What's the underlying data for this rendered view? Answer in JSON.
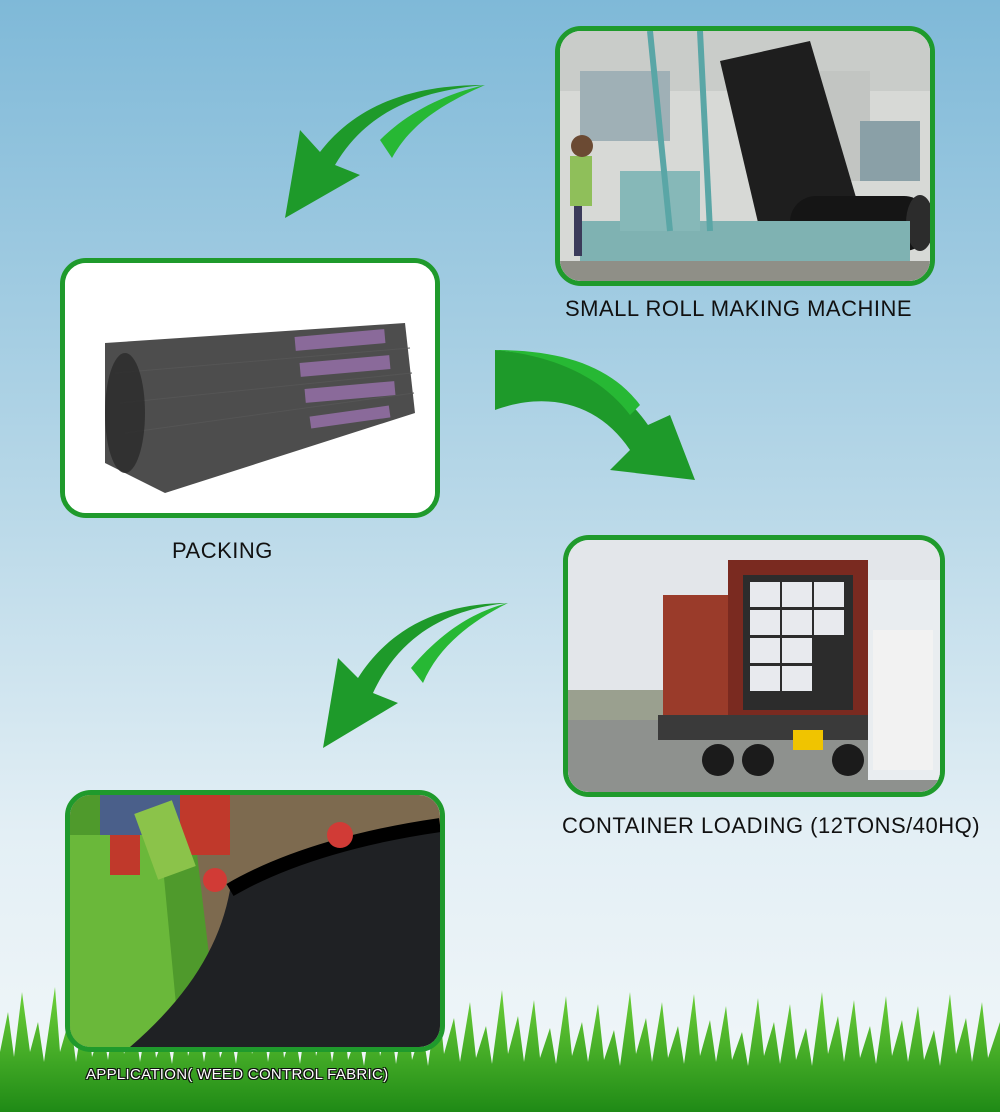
{
  "steps": [
    {
      "caption": "SMALL ROLL MAKING MACHINE"
    },
    {
      "caption": "PACKING"
    },
    {
      "caption": "CONTAINER LOADING (12TONS/40HQ)"
    },
    {
      "caption": "APPLICATION( WEED CONTROL FABRIC)"
    }
  ],
  "colors": {
    "frame": "#1f9a2c",
    "arrow": "#1e9a2a",
    "grass": "#3cae1e"
  }
}
